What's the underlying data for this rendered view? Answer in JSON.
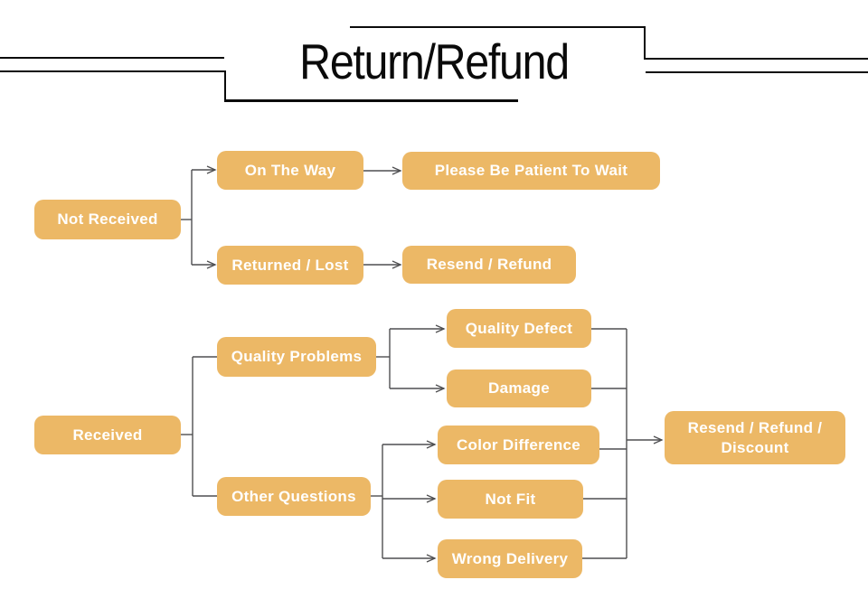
{
  "header": {
    "title": "Return/Refund"
  },
  "flowchart": {
    "nodes": [
      {
        "id": "not-received",
        "label": "Not Received"
      },
      {
        "id": "on-the-way",
        "label": "On The Way"
      },
      {
        "id": "please-be-patient",
        "label": "Please Be Patient To Wait"
      },
      {
        "id": "returned-lost",
        "label": "Returned / Lost"
      },
      {
        "id": "resend-refund",
        "label": "Resend / Refund"
      },
      {
        "id": "received",
        "label": "Received"
      },
      {
        "id": "quality-problems",
        "label": "Quality Problems"
      },
      {
        "id": "other-questions",
        "label": "Other Questions"
      },
      {
        "id": "quality-defect",
        "label": "Quality Defect"
      },
      {
        "id": "damage",
        "label": "Damage"
      },
      {
        "id": "color-difference",
        "label": "Color Difference"
      },
      {
        "id": "not-fit",
        "label": "Not Fit"
      },
      {
        "id": "wrong-delivery",
        "label": "Wrong Delivery"
      },
      {
        "id": "resend-refund-discount",
        "label": "Resend / Refund / Discount"
      }
    ],
    "edges": [
      {
        "from": "not-received",
        "to": "on-the-way",
        "arrow": true
      },
      {
        "from": "not-received",
        "to": "returned-lost",
        "arrow": true
      },
      {
        "from": "on-the-way",
        "to": "please-be-patient",
        "arrow": true
      },
      {
        "from": "returned-lost",
        "to": "resend-refund",
        "arrow": true
      },
      {
        "from": "received",
        "to": "quality-problems",
        "arrow": false
      },
      {
        "from": "received",
        "to": "other-questions",
        "arrow": false
      },
      {
        "from": "quality-problems",
        "to": "quality-defect",
        "arrow": true
      },
      {
        "from": "quality-problems",
        "to": "damage",
        "arrow": true
      },
      {
        "from": "other-questions",
        "to": "color-difference",
        "arrow": true
      },
      {
        "from": "other-questions",
        "to": "not-fit",
        "arrow": true
      },
      {
        "from": "other-questions",
        "to": "wrong-delivery",
        "arrow": true
      },
      {
        "from": "quality-defect",
        "to": "resend-refund-discount",
        "arrow": true
      },
      {
        "from": "damage",
        "to": "resend-refund-discount",
        "arrow": true
      },
      {
        "from": "color-difference",
        "to": "resend-refund-discount",
        "arrow": true
      },
      {
        "from": "not-fit",
        "to": "resend-refund-discount",
        "arrow": true
      },
      {
        "from": "wrong-delivery",
        "to": "resend-refund-discount",
        "arrow": true
      }
    ],
    "colors": {
      "node_fill": "#ecb866",
      "node_text": "#ffffff",
      "connector": "#4f4f51",
      "decoration": "#0b0b0b"
    }
  }
}
